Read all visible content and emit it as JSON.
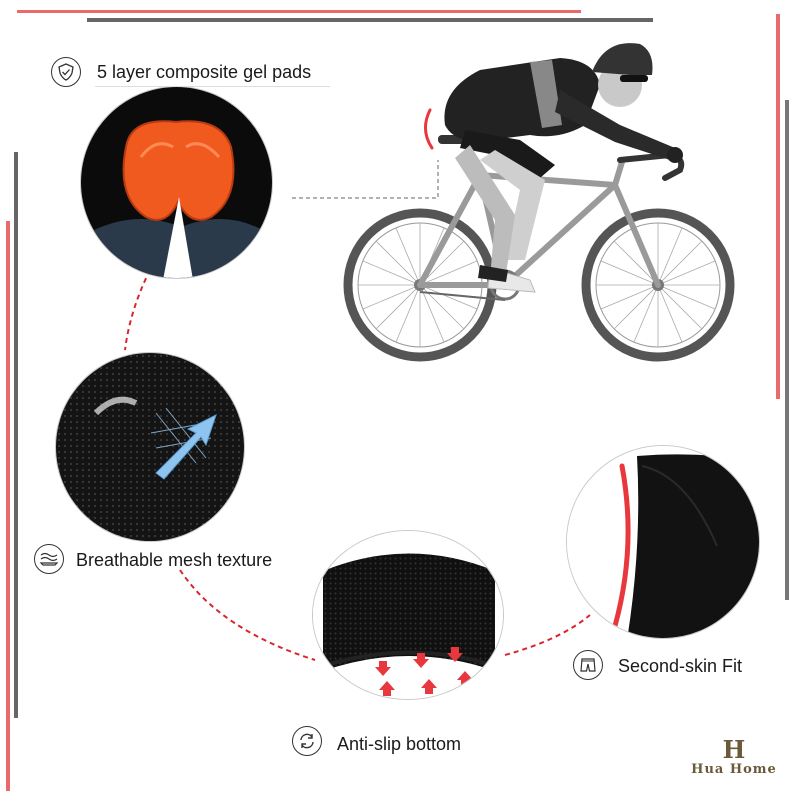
{
  "features": [
    {
      "label": "5 layer composite gel pads",
      "icon": "shield-check-icon"
    },
    {
      "label": "Breathable mesh texture",
      "icon": "wave-layers-icon"
    },
    {
      "label": "Anti-slip bottom",
      "icon": "refresh-arrows-icon"
    },
    {
      "label": "Second-skin Fit",
      "icon": "shorts-icon"
    }
  ],
  "brand": {
    "mark": "H",
    "name": "Hua Home"
  },
  "colors": {
    "accent_red": "#e8383d",
    "bar_gray": "#555555",
    "gel_orange": "#f05a1e",
    "fabric_black": "#111111"
  }
}
